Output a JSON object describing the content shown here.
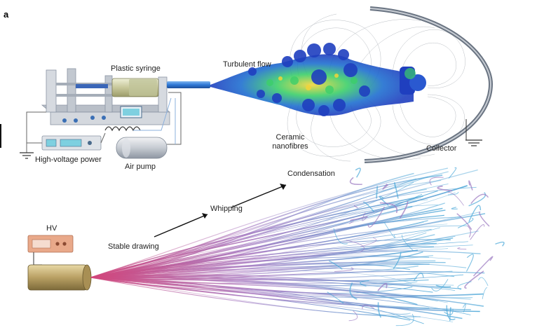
{
  "figure": {
    "panel_label": "a",
    "labels": {
      "plastic_syringe": "Plastic syringe",
      "turbulent_flow": "Turbulent flow",
      "ceramic_nanofibres_line1": "Ceramic",
      "ceramic_nanofibres_line2": "nanofibres",
      "collector": "Collector",
      "high_voltage_power": "High-voltage power",
      "air_pump": "Air pump",
      "condensation": "Condensation",
      "whipping": "Whipping",
      "stable_drawing": "Stable drawing",
      "hv": "HV"
    }
  },
  "colors": {
    "apparatus_grey": "#c9ced6",
    "apparatus_dark": "#8a94a3",
    "flow_blue": "#1f3fbf",
    "flow_green": "#3ccf6a",
    "flow_yellow": "#f2d43a",
    "fibre_pink": "#d2457a",
    "fibre_purple": "#9a78c0",
    "fibre_blue": "#4aa8d8",
    "nozzle_gold": "#b9a064",
    "hv_box": "#e9a98a"
  }
}
